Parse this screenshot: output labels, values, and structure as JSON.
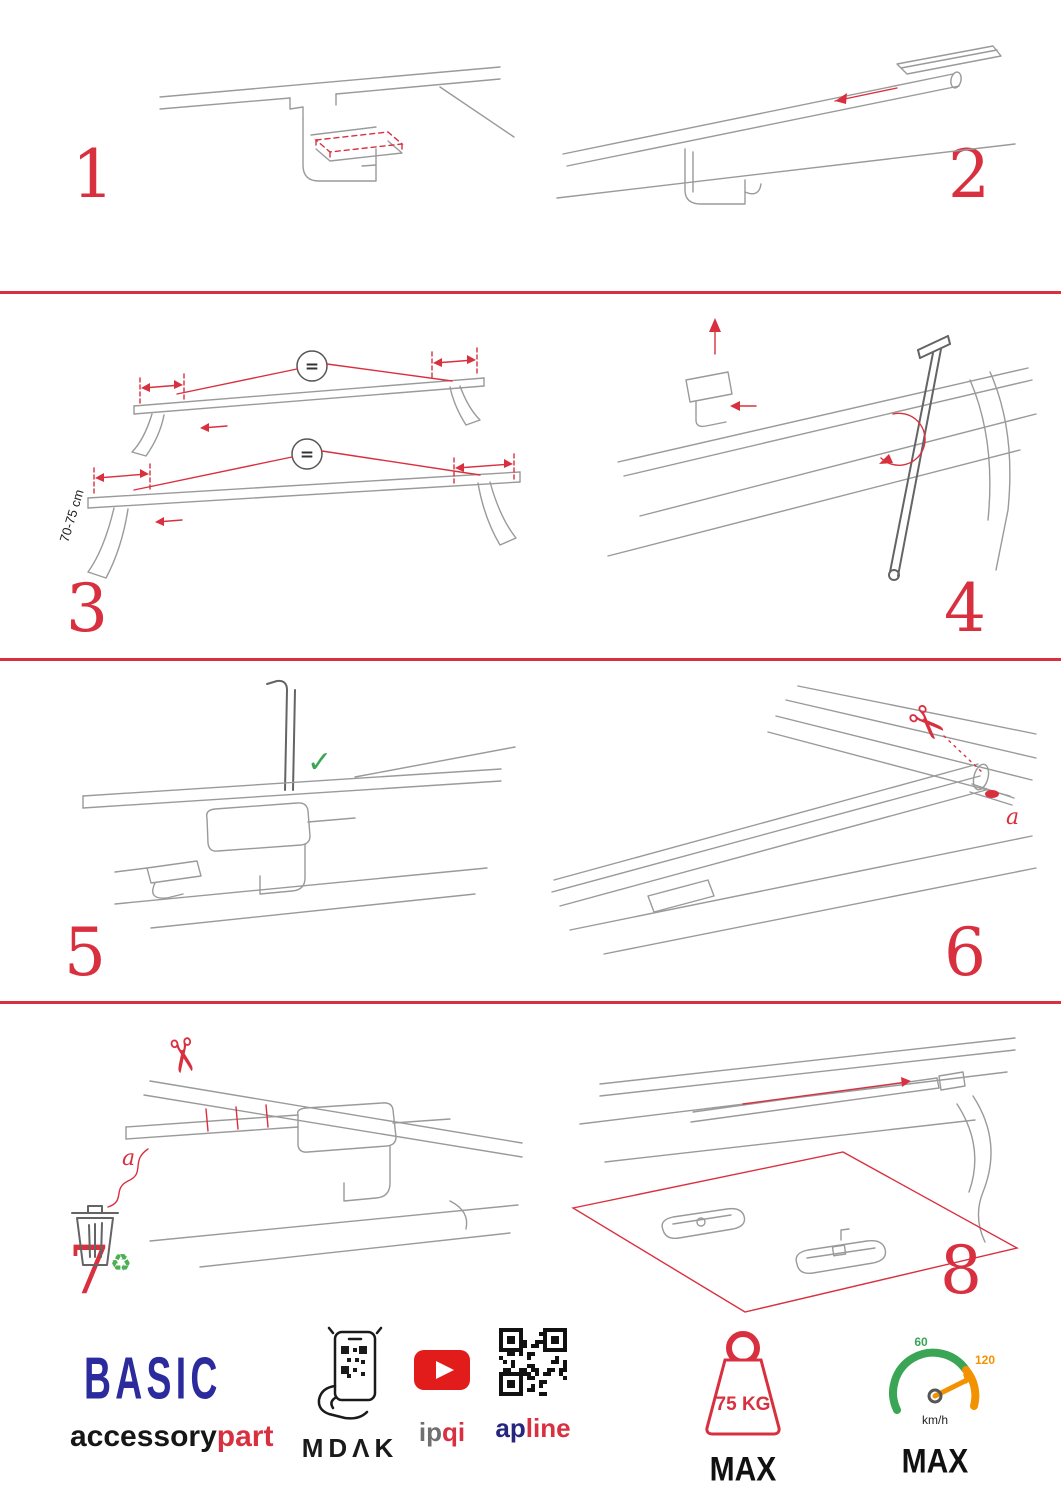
{
  "steps": {
    "s1": {
      "number": "1"
    },
    "s2": {
      "number": "2"
    },
    "s3": {
      "number": "3",
      "eq": "=",
      "dimension": "70-75 cm"
    },
    "s4": {
      "number": "4"
    },
    "s5": {
      "number": "5"
    },
    "s6": {
      "number": "6",
      "label_a": "a"
    },
    "s7": {
      "number": "7",
      "label_a": "a"
    },
    "s8": {
      "number": "8"
    }
  },
  "icons": {
    "scissors": "✂",
    "recycle": "♻",
    "check": "✓"
  },
  "footer": {
    "brand": "BASIC",
    "brand_black": "accessory",
    "brand_red": "part",
    "mdak": "MDΛK",
    "ipqi_left": "ip",
    "ipqi_right": "qi",
    "apline_left": "ap",
    "apline_right": "line",
    "weight": "75 KG",
    "weight_max": "MAX",
    "gauge_low": "60",
    "gauge_high": "120",
    "gauge_unit": "km/h",
    "gauge_max": "MAX"
  },
  "colors": {
    "accent_red": "#d9303f",
    "brand_blue": "#2b2b9e",
    "drawing_gray": "#9a9a9a",
    "green": "#3aa655",
    "orange": "#f39200",
    "youtube_red": "#e21b1b"
  }
}
